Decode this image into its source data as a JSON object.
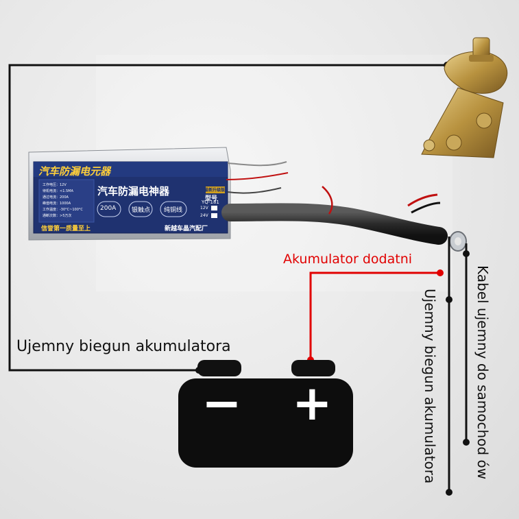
{
  "labels": {
    "battery_negative_left": "Ujemny biegun akumulatora",
    "battery_positive": "Akumulator dodatni",
    "battery_negative_vertical": "Ujemny biegun akumulatora",
    "cable_to_car": "Kabel ujemny do samochod ów"
  },
  "battery": {
    "minus_symbol": "−",
    "plus_symbol": "+"
  },
  "module": {
    "header": "汽车防漏电元器",
    "title": "汽车防漏电神器",
    "badge": "最新升级版",
    "buttons": [
      "200A",
      "银触点",
      "纯铜线"
    ],
    "model_label": "型号",
    "model": "YQ-181",
    "voltages": [
      "12V",
      "24V"
    ],
    "specs": [
      "工作电压：12V",
      "待机电流：<1.5MA",
      "通过电流：200A",
      "峰值电流：1000A",
      "工作温度：-30°C~100°C",
      "通断次数：>5万次"
    ],
    "slogan": "信誉第一质量至上",
    "maker": "新越车晶汽配厂"
  },
  "colors": {
    "positive_wire": "#e10000",
    "negative_wire": "#111111"
  }
}
